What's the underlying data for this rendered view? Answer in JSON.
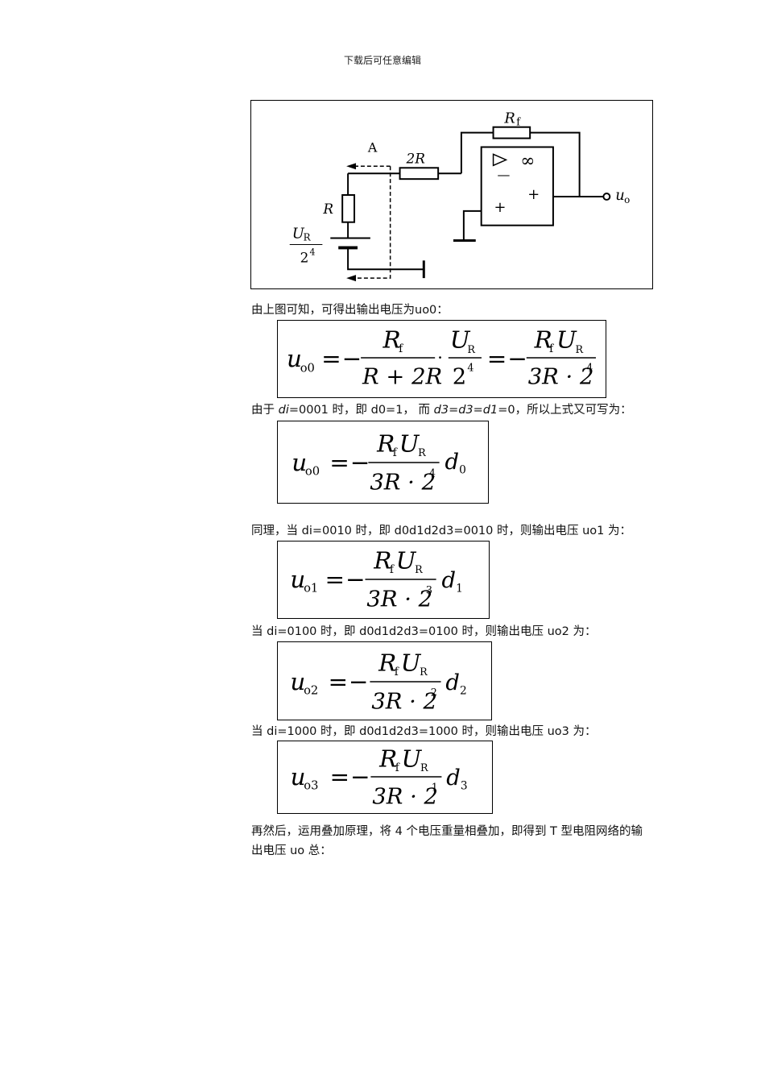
{
  "header": "下载后可任意编辑",
  "circuit": {
    "rf": "R",
    "rf_sub": "f",
    "a": "A",
    "r2": "2R",
    "r": "R",
    "ur": "U",
    "ur_sub": "R",
    "den": "2",
    "den_exp": "4",
    "inf": "∞",
    "minus": "—",
    "plus": "+",
    "uo": "u",
    "uo_sub": "o"
  },
  "text": {
    "p1": "由上图可知，可得出输出电压为uo0：",
    "p2a": "由于 ",
    "p2b": "di",
    "p2c": "=0001 时，即 d0=1，  而 ",
    "p2d": "d3=d3=d1",
    "p2e": "=0，所以上式又可写为：",
    "p3": "同理，当 di=0010 时，即 d0d1d2d3=0010 时，则输出电压 uo1 为：",
    "p4": "当 di=0100 时，即 d0d1d2d3=0100 时，则输出电压 uo2 为：",
    "p5": "当 di=1000 时，即 d0d1d2d3=1000 时，则输出电压 uo3 为：",
    "p6": "再然后，运用叠加原理，将 4 个电压重量相叠加，即得到 T 型电阻网络的输出电压 uo 总："
  },
  "formulas": {
    "f1": {
      "u": "u",
      "o": "o0",
      "eq": "=",
      "neg": "−",
      "R": "R",
      "f": "f",
      "den1": "R + 2R",
      "dot": "·",
      "U": "U",
      "Rsub": "R",
      "two": "2",
      "exp": "4",
      "den3": "3R · 2"
    },
    "f2": {
      "u": "u",
      "o": "o0",
      "eq": "=",
      "neg": "−",
      "R": "R",
      "f": "f",
      "U": "U",
      "Rsub": "R",
      "den": "3R · 2",
      "exp": "4",
      "d": "d",
      "dsub": "0"
    },
    "f3": {
      "u": "u",
      "o": "o1",
      "eq": "=",
      "neg": "−",
      "R": "R",
      "f": "f",
      "U": "U",
      "Rsub": "R",
      "den": "3R · 2",
      "exp": "3",
      "d": "d",
      "dsub": "1"
    },
    "f4": {
      "u": "u",
      "o": "o2",
      "eq": "=",
      "neg": "−",
      "R": "R",
      "f": "f",
      "U": "U",
      "Rsub": "R",
      "den": "3R · 2",
      "exp": "2",
      "d": "d",
      "dsub": "2"
    },
    "f5": {
      "u": "u",
      "o": "o3",
      "eq": "=",
      "neg": "−",
      "R": "R",
      "f": "f",
      "U": "U",
      "Rsub": "R",
      "den": "3R · 2",
      "exp": "1",
      "d": "d",
      "dsub": "3"
    }
  }
}
